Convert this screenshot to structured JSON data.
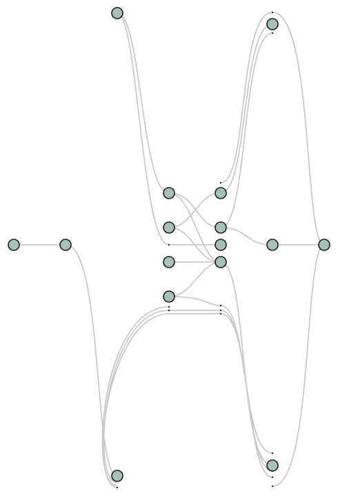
{
  "colors": {
    "edge": "#c9c9c9",
    "node_fill": "#a9bfb9",
    "node_stroke": "#1a1a1a"
  },
  "nodes": [
    {
      "id": "n1"
    },
    {
      "id": "n2"
    },
    {
      "id": "n3"
    },
    {
      "id": "n4"
    },
    {
      "id": "n5"
    },
    {
      "id": "n6"
    },
    {
      "id": "n7"
    },
    {
      "id": "n8"
    },
    {
      "id": "n9"
    },
    {
      "id": "n10"
    },
    {
      "id": "n11"
    },
    {
      "id": "n12"
    },
    {
      "id": "n13"
    },
    {
      "id": "n14"
    },
    {
      "id": "n15"
    },
    {
      "id": "n16"
    }
  ],
  "edges": [
    {
      "source": "n1",
      "target": "n2"
    },
    {
      "source": "n2",
      "target": "n3"
    },
    {
      "source": "n3",
      "target": "n8"
    },
    {
      "source": "n3",
      "target": "n8"
    },
    {
      "source": "n3",
      "target": "n8"
    },
    {
      "source": "n4",
      "target": "n5"
    },
    {
      "source": "n4",
      "target": "n11"
    },
    {
      "source": "n5",
      "target": "n10"
    },
    {
      "source": "n5",
      "target": "n12"
    },
    {
      "source": "n6",
      "target": "n9"
    },
    {
      "source": "n6",
      "target": "n12"
    },
    {
      "source": "n7",
      "target": "n12"
    },
    {
      "source": "n8",
      "target": "n12"
    },
    {
      "source": "n8",
      "target": "n15"
    },
    {
      "source": "n8",
      "target": "n15"
    },
    {
      "source": "n8",
      "target": "n15"
    },
    {
      "source": "n9",
      "target": "n14"
    },
    {
      "source": "n9",
      "target": "n14"
    },
    {
      "source": "n10",
      "target": "n14"
    },
    {
      "source": "n10",
      "target": "n13"
    },
    {
      "source": "n12",
      "target": "n15"
    },
    {
      "source": "n13",
      "target": "n16"
    },
    {
      "source": "n14",
      "target": "n16"
    },
    {
      "source": "n15",
      "target": "n16"
    }
  ]
}
